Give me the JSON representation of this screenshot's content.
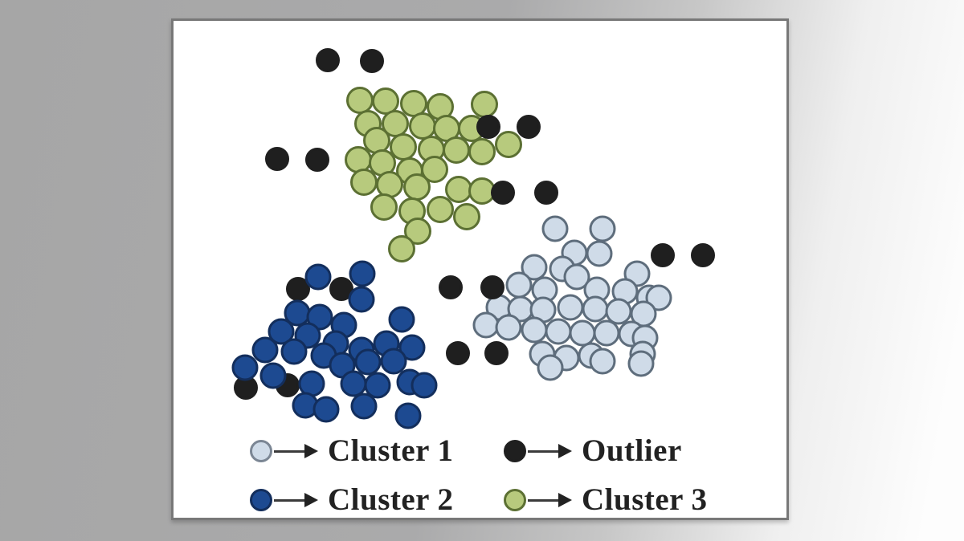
{
  "chart_data": {
    "type": "scatter",
    "title": "",
    "grid": false,
    "axes_visible": false,
    "panel_background": "#ffffff",
    "page_background_left": "#a8a8a8",
    "page_background_right": "#fdfdfd",
    "series": [
      {
        "name": "cluster3",
        "label": "Cluster 3",
        "fill": "#b7ca7d",
        "stroke": "#5c7033",
        "diameter": 34,
        "points": [
          [
            232,
            99
          ],
          [
            264,
            100
          ],
          [
            299,
            103
          ],
          [
            332,
            107
          ],
          [
            387,
            104
          ],
          [
            242,
            128
          ],
          [
            276,
            128
          ],
          [
            310,
            131
          ],
          [
            340,
            134
          ],
          [
            371,
            134
          ],
          [
            253,
            149
          ],
          [
            286,
            157
          ],
          [
            321,
            160
          ],
          [
            352,
            161
          ],
          [
            384,
            163
          ],
          [
            417,
            154
          ],
          [
            230,
            173
          ],
          [
            260,
            177
          ],
          [
            294,
            187
          ],
          [
            325,
            185
          ],
          [
            237,
            201
          ],
          [
            269,
            204
          ],
          [
            303,
            207
          ],
          [
            355,
            210
          ],
          [
            384,
            212
          ],
          [
            262,
            232
          ],
          [
            297,
            237
          ],
          [
            332,
            235
          ],
          [
            365,
            244
          ],
          [
            304,
            262
          ],
          [
            284,
            284
          ]
        ]
      },
      {
        "name": "cluster1",
        "label": "Cluster 1",
        "fill": "#cfdbe8",
        "stroke": "#5e6d7c",
        "diameter": 33,
        "points": [
          [
            475,
            259
          ],
          [
            534,
            259
          ],
          [
            499,
            289
          ],
          [
            530,
            290
          ],
          [
            449,
            307
          ],
          [
            484,
            309
          ],
          [
            502,
            319
          ],
          [
            577,
            315
          ],
          [
            430,
            329
          ],
          [
            462,
            335
          ],
          [
            527,
            335
          ],
          [
            562,
            337
          ],
          [
            592,
            345
          ],
          [
            604,
            345
          ],
          [
            405,
            357
          ],
          [
            432,
            359
          ],
          [
            460,
            360
          ],
          [
            494,
            357
          ],
          [
            525,
            359
          ],
          [
            554,
            362
          ],
          [
            585,
            365
          ],
          [
            389,
            379
          ],
          [
            417,
            382
          ],
          [
            449,
            385
          ],
          [
            479,
            387
          ],
          [
            509,
            389
          ],
          [
            539,
            389
          ],
          [
            570,
            390
          ],
          [
            587,
            395
          ],
          [
            459,
            415
          ],
          [
            489,
            420
          ],
          [
            520,
            417
          ],
          [
            584,
            415
          ],
          [
            534,
            424
          ],
          [
            469,
            432
          ],
          [
            582,
            427
          ]
        ]
      },
      {
        "name": "cluster2",
        "label": "Cluster 2",
        "fill": "#1d4a91",
        "stroke": "#132e5c",
        "diameter": 33,
        "points": [
          [
            180,
            319
          ],
          [
            235,
            315
          ],
          [
            234,
            347
          ],
          [
            154,
            364
          ],
          [
            182,
            369
          ],
          [
            212,
            379
          ],
          [
            284,
            372
          ],
          [
            134,
            387
          ],
          [
            167,
            392
          ],
          [
            202,
            402
          ],
          [
            265,
            402
          ],
          [
            297,
            407
          ],
          [
            234,
            410
          ],
          [
            114,
            410
          ],
          [
            150,
            412
          ],
          [
            187,
            417
          ],
          [
            89,
            432
          ],
          [
            242,
            425
          ],
          [
            274,
            424
          ],
          [
            210,
            429
          ],
          [
            124,
            442
          ],
          [
            172,
            452
          ],
          [
            224,
            452
          ],
          [
            254,
            454
          ],
          [
            294,
            450
          ],
          [
            312,
            454
          ],
          [
            164,
            479
          ],
          [
            190,
            484
          ],
          [
            237,
            480
          ],
          [
            292,
            492
          ]
        ]
      },
      {
        "name": "outlier",
        "label": "Outlier",
        "fill": "#1f1f1f",
        "stroke": "#1f1f1f",
        "diameter": 30,
        "points_behind": [
          [
            155,
            334
          ],
          [
            209,
            334
          ],
          [
            90,
            457
          ],
          [
            142,
            454
          ]
        ],
        "points": [
          [
            192,
            49
          ],
          [
            247,
            50
          ],
          [
            129,
            172
          ],
          [
            179,
            173
          ],
          [
            392,
            132
          ],
          [
            442,
            132
          ],
          [
            410,
            214
          ],
          [
            464,
            214
          ],
          [
            609,
            292
          ],
          [
            659,
            292
          ],
          [
            345,
            332
          ],
          [
            397,
            332
          ],
          [
            354,
            414
          ],
          [
            402,
            414
          ]
        ]
      }
    ]
  },
  "legend": {
    "items": [
      {
        "group": "cluster1",
        "label": "Cluster 1"
      },
      {
        "group": "outlier",
        "label": "Outlier"
      },
      {
        "group": "cluster2",
        "label": "Cluster 2"
      },
      {
        "group": "cluster3",
        "label": "Cluster 3"
      }
    ]
  }
}
